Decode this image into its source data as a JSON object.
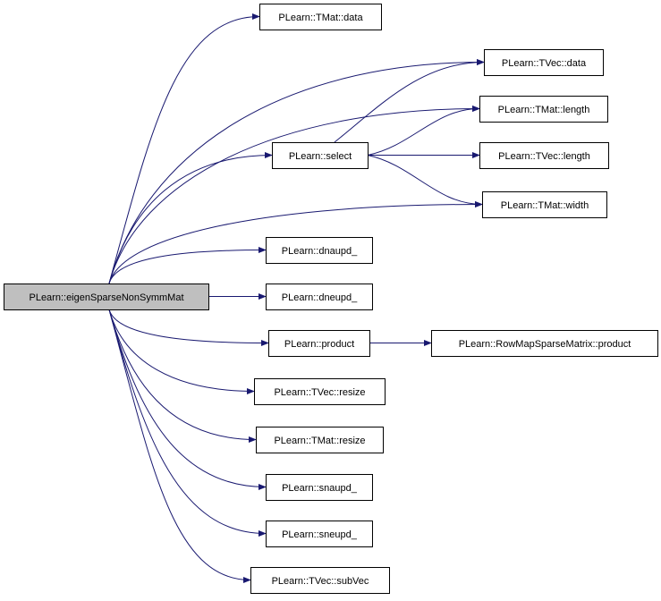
{
  "graph": {
    "colors": {
      "root_fill": "#bfbfbf",
      "node_fill": "#ffffff",
      "border": "#000000",
      "edge": "#191970"
    },
    "nodes": [
      {
        "id": "root",
        "label": "PLearn::eigenSparseNonSymmMat",
        "root": true
      },
      {
        "id": "tmat_data",
        "label": "PLearn::TMat::data"
      },
      {
        "id": "tvec_data",
        "label": "PLearn::TVec::data"
      },
      {
        "id": "tmat_length",
        "label": "PLearn::TMat::length"
      },
      {
        "id": "select",
        "label": "PLearn::select"
      },
      {
        "id": "tvec_length",
        "label": "PLearn::TVec::length"
      },
      {
        "id": "tmat_width",
        "label": "PLearn::TMat::width"
      },
      {
        "id": "dnaupd",
        "label": "PLearn::dnaupd_"
      },
      {
        "id": "dneupd",
        "label": "PLearn::dneupd_"
      },
      {
        "id": "product",
        "label": "PLearn::product"
      },
      {
        "id": "rowmap_product",
        "label": "PLearn::RowMapSparseMatrix::product"
      },
      {
        "id": "tvec_resize",
        "label": "PLearn::TVec::resize"
      },
      {
        "id": "tmat_resize",
        "label": "PLearn::TMat::resize"
      },
      {
        "id": "snaupd",
        "label": "PLearn::snaupd_"
      },
      {
        "id": "sneupd",
        "label": "PLearn::sneupd_"
      },
      {
        "id": "subvec",
        "label": "PLearn::TVec::subVec"
      }
    ],
    "edges": [
      {
        "from": "root",
        "to": "tmat_data"
      },
      {
        "from": "root",
        "to": "tvec_data"
      },
      {
        "from": "root",
        "to": "tmat_length"
      },
      {
        "from": "root",
        "to": "select"
      },
      {
        "from": "root",
        "to": "tmat_width"
      },
      {
        "from": "root",
        "to": "dnaupd"
      },
      {
        "from": "root",
        "to": "dneupd"
      },
      {
        "from": "root",
        "to": "product"
      },
      {
        "from": "root",
        "to": "tvec_resize"
      },
      {
        "from": "root",
        "to": "tmat_resize"
      },
      {
        "from": "root",
        "to": "snaupd"
      },
      {
        "from": "root",
        "to": "sneupd"
      },
      {
        "from": "root",
        "to": "subvec"
      },
      {
        "from": "select",
        "to": "tvec_data"
      },
      {
        "from": "select",
        "to": "tmat_length"
      },
      {
        "from": "select",
        "to": "tvec_length"
      },
      {
        "from": "select",
        "to": "tmat_width"
      },
      {
        "from": "product",
        "to": "rowmap_product"
      }
    ]
  }
}
